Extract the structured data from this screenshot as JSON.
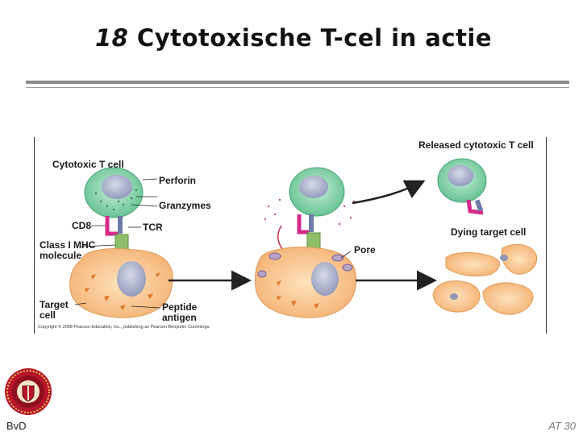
{
  "slide": {
    "title_number": "18",
    "title_text": "Cytotoxische T-cel in actie",
    "footer_left": "BvD",
    "footer_right": "AT 30"
  },
  "figure": {
    "labels": {
      "cytotoxic_t_cell": "Cytotoxic T cell",
      "perforin": "Perforin",
      "granzymes": "Granzymes",
      "cd8": "CD8",
      "tcr": "TCR",
      "class1_mhc_line1": "Class I MHC",
      "class1_mhc_line2": "molecule",
      "target_cell_line1": "Target",
      "target_cell_line2": "cell",
      "peptide_line1": "Peptide",
      "peptide_line2": "antigen",
      "pore": "Pore",
      "released": "Released cytotoxic T cell",
      "dying": "Dying target cell"
    },
    "copyright": "Copyright © 2008 Pearson Education, Inc., publishing as Pearson Benjamin Cummings."
  },
  "colors": {
    "t_cell": "#7fd0a6",
    "t_cell_nucleus": "#9ea4c2",
    "target_cell": "#f6c48a",
    "mhc": "#8fbf6a",
    "cd8": "#d62a8a",
    "tcr": "#6f7aa8",
    "arrow": "#222222"
  }
}
